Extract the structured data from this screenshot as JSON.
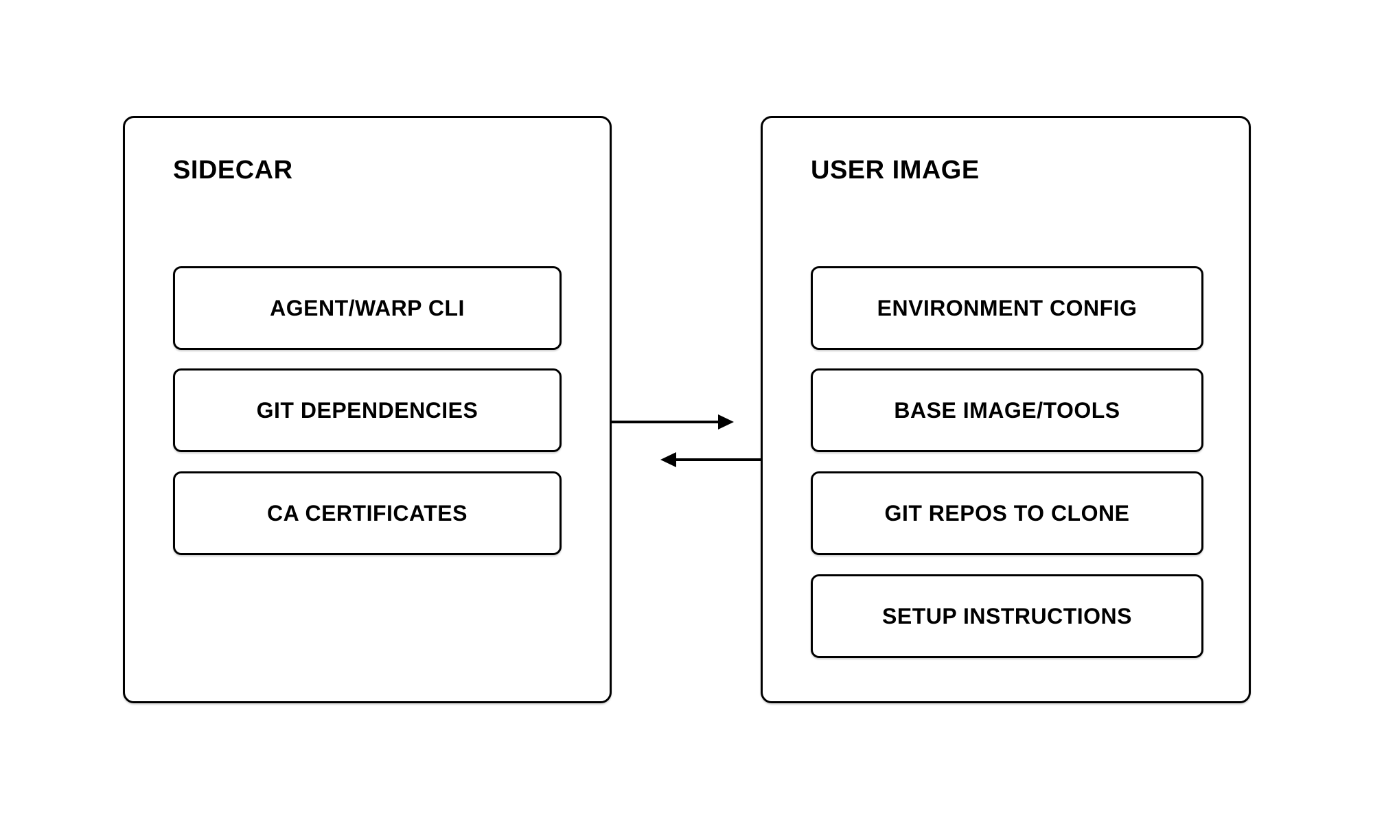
{
  "page": {
    "background_color": "#ffffff",
    "stroke_color": "#000000"
  },
  "diagram": {
    "left_panel": {
      "title": "SIDECAR",
      "items": [
        {
          "label": "AGENT/WARP CLI"
        },
        {
          "label": "GIT DEPENDENCIES"
        },
        {
          "label": "CA CERTIFICATES"
        }
      ]
    },
    "right_panel": {
      "title": "USER IMAGE",
      "items": [
        {
          "label": "ENVIRONMENT CONFIG"
        },
        {
          "label": "BASE IMAGE/TOOLS"
        },
        {
          "label": "GIT REPOS TO CLONE"
        },
        {
          "label": "SETUP INSTRUCTIONS"
        }
      ]
    },
    "arrows": [
      {
        "name": "sidecar-to-user-image",
        "direction": "right"
      },
      {
        "name": "user-image-to-sidecar",
        "direction": "left"
      }
    ]
  }
}
